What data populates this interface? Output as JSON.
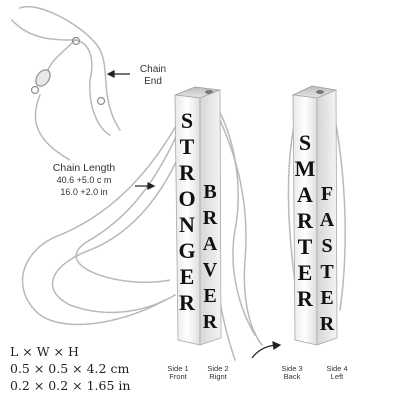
{
  "annotations": {
    "chain_end": "Chain\nEnd",
    "chain_length_title": "Chain Length",
    "chain_length_cm": "40.6 +5.0 c m",
    "chain_length_in": "16.0 +2.0 in",
    "dims_header": "L × W × H",
    "dims_cm": "0.5 × 0.5 × 4.2 cm",
    "dims_in": "0.2 × 0.2 × 1.65 in"
  },
  "pendant_left": {
    "side_1_word": "STRONGER",
    "side_2_word": "BRAVER",
    "side_1_label": "Side 1\nFront",
    "side_2_label": "Side 2\nRignt"
  },
  "pendant_right": {
    "side_3_word": "SMARTER",
    "side_4_word": "FASTER",
    "side_3_label": "Side 3\nBack",
    "side_4_label": "Side 4\nLeft"
  },
  "colors": {
    "silver_light": "#f2f2f2",
    "silver_mid": "#cfcfcf",
    "silver_dark": "#9a9a9a",
    "engraving": "#111111"
  }
}
